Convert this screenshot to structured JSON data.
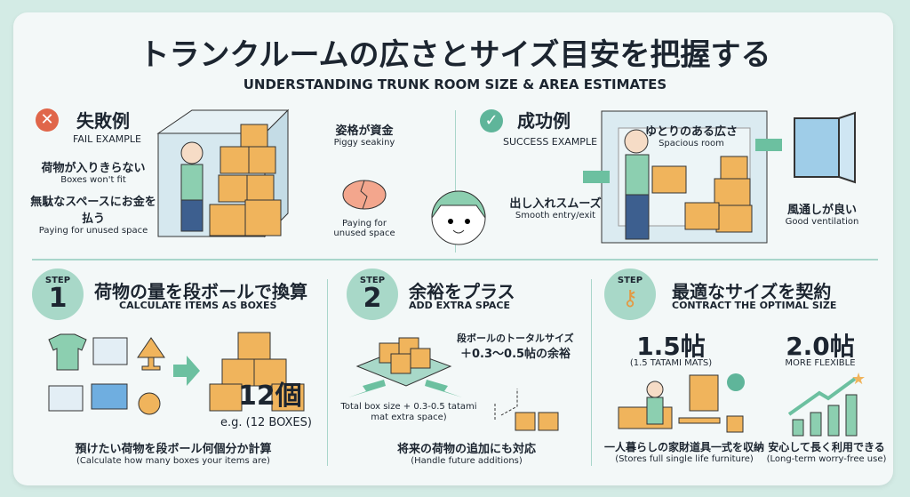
{
  "header": {
    "title": "トランクルームの広さとサイズ目安を把握する",
    "subtitle": "UNDERSTANDING TRUNK ROOM SIZE & AREA ESTIMATES"
  },
  "fail": {
    "title": "失敗例",
    "title_en": "FAIL EXAMPLE",
    "icon": "x-circle-icon",
    "color": "#e0664a",
    "labels": [
      {
        "jp": "荷物が入りきらない",
        "en": "Boxes won't fit"
      },
      {
        "jp": "無駄なスペースにお金を払う",
        "en": "Paying for unused space"
      },
      {
        "jp": "姿格が資金",
        "en": "Piggy seakiny"
      }
    ],
    "piggy_caption": "Paying for unused space"
  },
  "success": {
    "title": "成功例",
    "title_en": "SUCCESS EXAMPLE",
    "icon": "check-circle-icon",
    "color": "#5fb59a",
    "labels": [
      {
        "jp": "ゆとりのある広さ",
        "en": "Spacious room"
      },
      {
        "jp": "出し入れスムーズ",
        "en": "Smooth entry/exit"
      },
      {
        "jp": "風通しが良い",
        "en": "Good ventilation"
      }
    ]
  },
  "steps": [
    {
      "label": "STEP",
      "num": "1",
      "title": "荷物の量を段ボールで換算",
      "title_en": "CALCULATE ITEMS AS BOXES",
      "count": "12個",
      "count_en": "e.g. (12 BOXES)",
      "desc": "預けたい荷物を段ボール何個分か計算",
      "desc_en": "(Calculate how many boxes your items are)"
    },
    {
      "label": "STEP",
      "num": "2",
      "title": "余裕をプラス",
      "title_en": "ADD EXTRA SPACE",
      "note1": "段ボールのトータルサイズ",
      "note2": "＋0.3〜0.5帖の余裕",
      "caption": "Total box size + 0.3-0.5 tatami mat extra space)",
      "desc": "将来の荷物の追加にも対応",
      "desc_en": "(Handle future additions)"
    },
    {
      "label": "STEP",
      "icon": "key-icon",
      "title": "最適なサイズを契約",
      "title_en": "CONTRACT THE OPTIMAL SIZE",
      "options": [
        {
          "size": "1.5帖",
          "sub": "(1.5 TATAMI MATS)",
          "desc": "一人暮らしの家財道具一式を収納",
          "desc_en": "(Stores full single life furniture)"
        },
        {
          "size": "2.0帖",
          "sub": "MORE FLEXIBLE",
          "desc": "安心して長く利用できる",
          "desc_en": "(Long-term worry-free use)"
        }
      ]
    }
  ],
  "colors": {
    "accent": "#a8d8c8",
    "box": "#f0b45c",
    "text": "#1c2530"
  }
}
